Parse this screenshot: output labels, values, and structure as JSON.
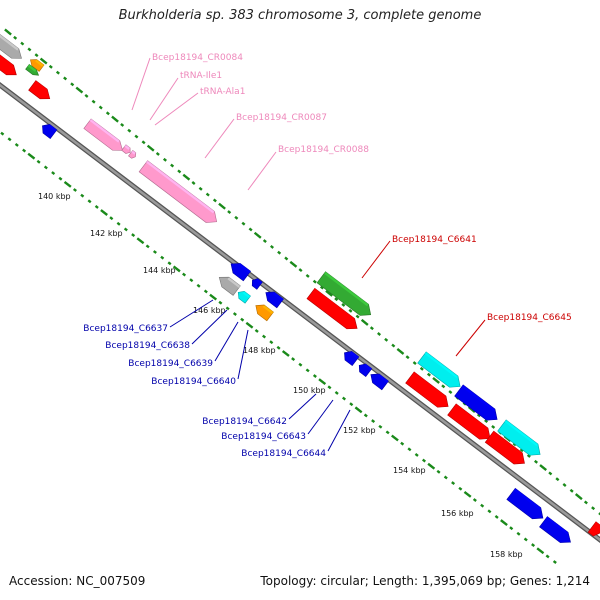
{
  "title": "Burkholderia sp. 383 chromosome 3, complete genome",
  "footer": {
    "accession": "Accession: NC_007509",
    "summary": "Topology: circular; Length: 1,395,069 bp; Genes: 1,214"
  },
  "colors": {
    "backbone": "#8a8a8a",
    "tick": "#1a8a1a",
    "rna_label": "#ee88bb",
    "plus_label": "#cc0000",
    "minus_label": "#0000aa",
    "pink": "#ff99cc",
    "red": "#ff0000",
    "blue": "#0000ee",
    "cyan": "#00eeee",
    "green": "#33aa33",
    "orange": "#ff9900",
    "gray": "#aaaaaa"
  },
  "ticks": [
    {
      "label": "140 kbp"
    },
    {
      "label": "142 kbp"
    },
    {
      "label": "144 kbp"
    },
    {
      "label": "146 kbp"
    },
    {
      "label": "148 kbp"
    },
    {
      "label": "150 kbp"
    },
    {
      "label": "152 kbp"
    },
    {
      "label": "154 kbp"
    },
    {
      "label": "156 kbp"
    },
    {
      "label": "158 kbp"
    }
  ],
  "rna_labels": [
    {
      "name": "Bcep18194_CR0084"
    },
    {
      "name": "tRNA-Ile1"
    },
    {
      "name": "tRNA-Ala1"
    },
    {
      "name": "Bcep18194_CR0087"
    },
    {
      "name": "Bcep18194_CR0088"
    }
  ],
  "plus_labels": [
    {
      "name": "Bcep18194_C6641"
    },
    {
      "name": "Bcep18194_C6645"
    }
  ],
  "minus_labels": [
    {
      "name": "Bcep18194_C6637"
    },
    {
      "name": "Bcep18194_C6638"
    },
    {
      "name": "Bcep18194_C6639"
    },
    {
      "name": "Bcep18194_C6640"
    },
    {
      "name": "Bcep18194_C6642"
    },
    {
      "name": "Bcep18194_C6643"
    },
    {
      "name": "Bcep18194_C6644"
    }
  ]
}
